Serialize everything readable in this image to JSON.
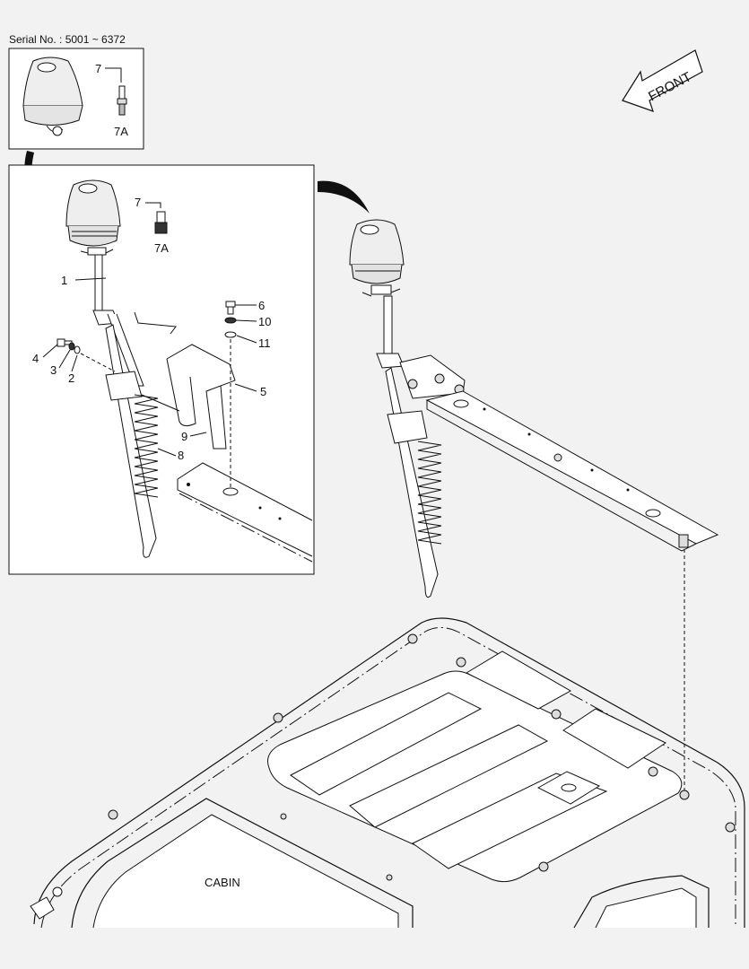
{
  "header": {
    "serial": "Serial No. : 5001 ~ 6372"
  },
  "orientation": {
    "front_label": "FRONT"
  },
  "inset_old": {
    "lamp_callout": "7",
    "bulb_callout": "7A"
  },
  "inset_detail": {
    "callouts": {
      "c1": "1",
      "c2": "2",
      "c3": "3",
      "c4": "4",
      "c5": "5",
      "c6": "6",
      "c7": "7",
      "c7a": "7A",
      "c8": "8",
      "c9": "9",
      "c10": "10",
      "c11": "11"
    }
  },
  "main": {
    "cabin_label": "CABIN"
  },
  "colors": {
    "background": "#f2f2f2",
    "line": "#111111",
    "fill": "#ffffff",
    "shade": "#d4d4d4"
  }
}
